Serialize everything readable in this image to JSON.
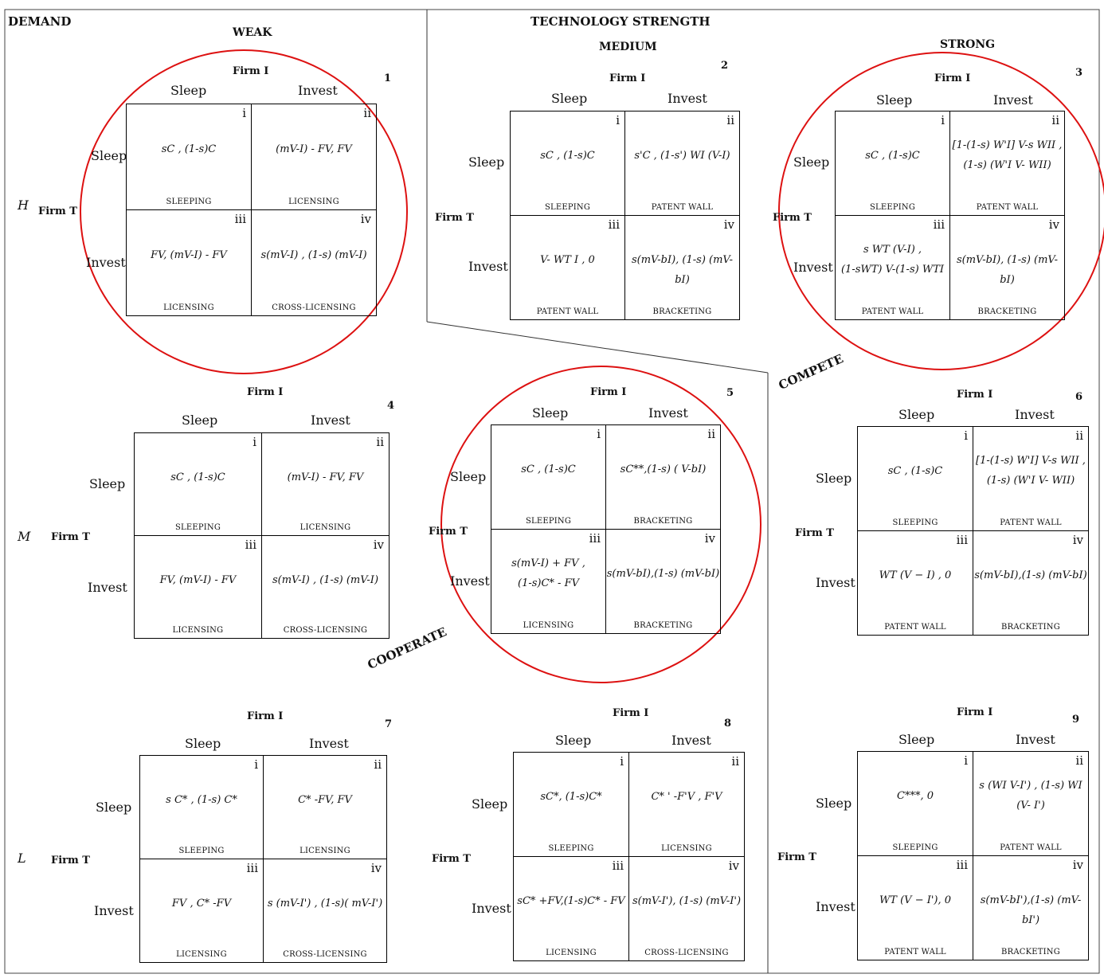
{
  "headers": {
    "demand": "DEMAND",
    "technology_strength": "TECHNOLOGY STRENGTH",
    "weak": "WEAK",
    "medium": "MEDIUM",
    "strong": "STRONG"
  },
  "demand_levels": {
    "h": "H",
    "m": "M",
    "l": "L"
  },
  "labels": {
    "firm_i": "Firm I",
    "firm_t": "Firm T",
    "sleep": "Sleep",
    "invest": "Invest",
    "compete": "COMPETE",
    "cooperate": "COOPERATE"
  },
  "romans": [
    "i",
    "ii",
    "iii",
    "iv"
  ],
  "panels": [
    {
      "num": "1",
      "cells": [
        {
          "payoff": [
            "sC ,  (1-s)C"
          ],
          "outcome": "SLEEPING"
        },
        {
          "payoff": [
            "(mV-I) - FV,  FV"
          ],
          "outcome": "LICENSING"
        },
        {
          "payoff": [
            "FV, (mV-I) - FV"
          ],
          "outcome": "LICENSING"
        },
        {
          "payoff": [
            "s(mV-I) , (1-s) (mV-I)"
          ],
          "outcome": "CROSS-LICENSING"
        }
      ]
    },
    {
      "num": "2",
      "cells": [
        {
          "payoff": [
            "sC ,  (1-s)C"
          ],
          "outcome": "SLEEPING"
        },
        {
          "payoff": [
            "s'C ,  (1-s') WI (V-I)"
          ],
          "outcome": "PATENT WALL"
        },
        {
          "payoff": [
            "V- WT I ,    0"
          ],
          "outcome": "PATENT WALL"
        },
        {
          "payoff": [
            "s(mV-bI), (1-s) (mV-bI)"
          ],
          "outcome": "BRACKETING"
        }
      ]
    },
    {
      "num": "3",
      "cells": [
        {
          "payoff": [
            "sC ,  (1-s)C"
          ],
          "outcome": "SLEEPING"
        },
        {
          "payoff": [
            "[1-(1-s) W'I] V-s WII ,",
            "(1-s) (W'I V- WII)"
          ],
          "outcome": "PATENT WALL"
        },
        {
          "payoff": [
            "s WT (V-I) ,",
            "(1-sWT) V-(1-s)  WTI"
          ],
          "outcome": "PATENT WALL"
        },
        {
          "payoff": [
            "s(mV-bI), (1-s) (mV-bI)"
          ],
          "outcome": "BRACKETING"
        }
      ]
    },
    {
      "num": "4",
      "cells": [
        {
          "payoff": [
            "sC ,   (1-s)C"
          ],
          "outcome": "SLEEPING"
        },
        {
          "payoff": [
            "(mV-I) - FV,  FV"
          ],
          "outcome": "LICENSING"
        },
        {
          "payoff": [
            "FV, (mV-I) - FV"
          ],
          "outcome": "LICENSING"
        },
        {
          "payoff": [
            "s(mV-I) , (1-s) (mV-I)"
          ],
          "outcome": "CROSS-LICENSING"
        }
      ]
    },
    {
      "num": "5",
      "cells": [
        {
          "payoff": [
            "sC ,  (1-s)C"
          ],
          "outcome": "SLEEPING"
        },
        {
          "payoff": [
            "sC**,(1-s) ( V-bI)"
          ],
          "outcome": "BRACKETING"
        },
        {
          "payoff": [
            "s(mV-I) + FV ,",
            "(1-s)C* - FV"
          ],
          "outcome": "LICENSING"
        },
        {
          "payoff": [
            "s(mV-bI),(1-s) (mV-bI)"
          ],
          "outcome": "BRACKETING"
        }
      ]
    },
    {
      "num": "6",
      "cells": [
        {
          "payoff": [
            "sC ,  (1-s)C"
          ],
          "outcome": "SLEEPING"
        },
        {
          "payoff": [
            "[1-(1-s) W'I] V-s WII ,",
            "(1-s) (W'I V- WII)"
          ],
          "outcome": "PATENT WALL"
        },
        {
          "payoff": [
            "WT (V − I) ,    0"
          ],
          "outcome": "PATENT WALL"
        },
        {
          "payoff": [
            "s(mV-bI),(1-s) (mV-bI)"
          ],
          "outcome": "BRACKETING"
        }
      ]
    },
    {
      "num": "7",
      "cells": [
        {
          "payoff": [
            "s  C* ,  (1-s) C*"
          ],
          "outcome": "SLEEPING"
        },
        {
          "payoff": [
            "C* -FV, FV"
          ],
          "outcome": "LICENSING"
        },
        {
          "payoff": [
            "FV ,  C* -FV"
          ],
          "outcome": "LICENSING"
        },
        {
          "payoff": [
            "s (mV-I') , (1-s)( mV-I')"
          ],
          "outcome": "CROSS-LICENSING"
        }
      ]
    },
    {
      "num": "8",
      "cells": [
        {
          "payoff": [
            "sC*, (1-s)C*"
          ],
          "outcome": "SLEEPING"
        },
        {
          "payoff": [
            "C* ' -F'V , F'V"
          ],
          "outcome": "LICENSING"
        },
        {
          "payoff": [
            "sC* +FV,(1-s)C* - FV"
          ],
          "outcome": "LICENSING"
        },
        {
          "payoff": [
            "s(mV-I'),  (1-s) (mV-I')"
          ],
          "outcome": "CROSS-LICENSING"
        }
      ]
    },
    {
      "num": "9",
      "cells": [
        {
          "payoff": [
            "C***, 0"
          ],
          "outcome": "SLEEPING"
        },
        {
          "payoff": [
            "s (WI V-I') ,  (1-s) WI",
            "(V- I')"
          ],
          "outcome": "PATENT WALL"
        },
        {
          "payoff": [
            "WT (V − I'),    0"
          ],
          "outcome": "PATENT WALL"
        },
        {
          "payoff": [
            "s(mV-bI'),(1-s) (mV-bI')"
          ],
          "outcome": "BRACKETING"
        }
      ]
    }
  ]
}
